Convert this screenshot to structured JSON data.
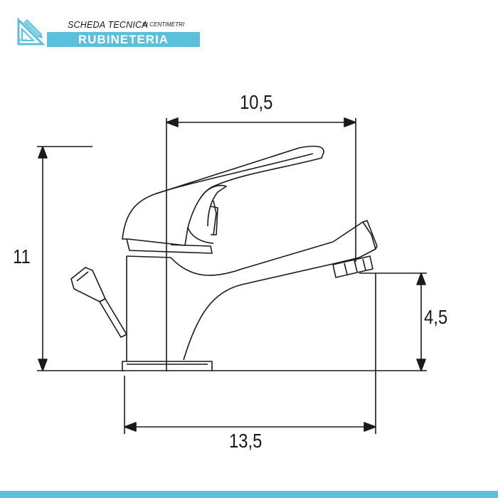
{
  "header": {
    "title": "SCHEDA TECNICA",
    "subtitle": "IN CENTIMETRI",
    "category": "RUBINETERIA",
    "accent_color": "#5bc0dc",
    "logo_icon": "pencil-ruler-icon"
  },
  "dimensions": {
    "width_top": "10,5",
    "height_total": "11",
    "spout_height": "4,5",
    "width_base": "13,5"
  }
}
